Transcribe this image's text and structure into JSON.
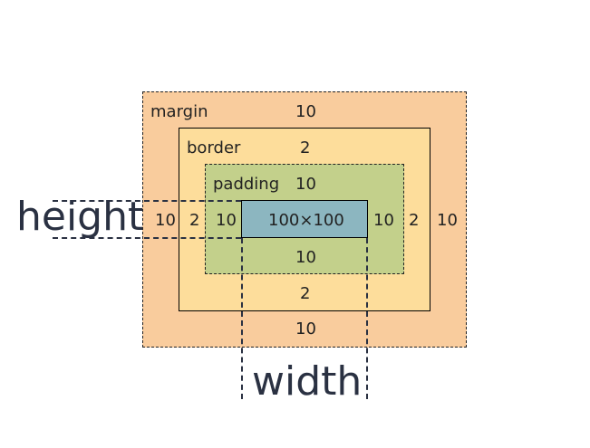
{
  "margin": {
    "label": "margin",
    "top": "10",
    "bottom": "10",
    "left": "10",
    "right": "10"
  },
  "border": {
    "label": "border",
    "top": "2",
    "bottom": "2",
    "left": "2",
    "right": "2"
  },
  "padding": {
    "label": "padding",
    "top": "10",
    "bottom": "10",
    "left": "10",
    "right": "10"
  },
  "content": {
    "size": "100×100"
  },
  "dimensions": {
    "height": "height",
    "width": "width"
  },
  "colors": {
    "margin": "#f9cc9d",
    "border": "#fddd9b",
    "padding": "#c3d08b",
    "content": "#8cb6c0",
    "guide": "#2a3142"
  }
}
